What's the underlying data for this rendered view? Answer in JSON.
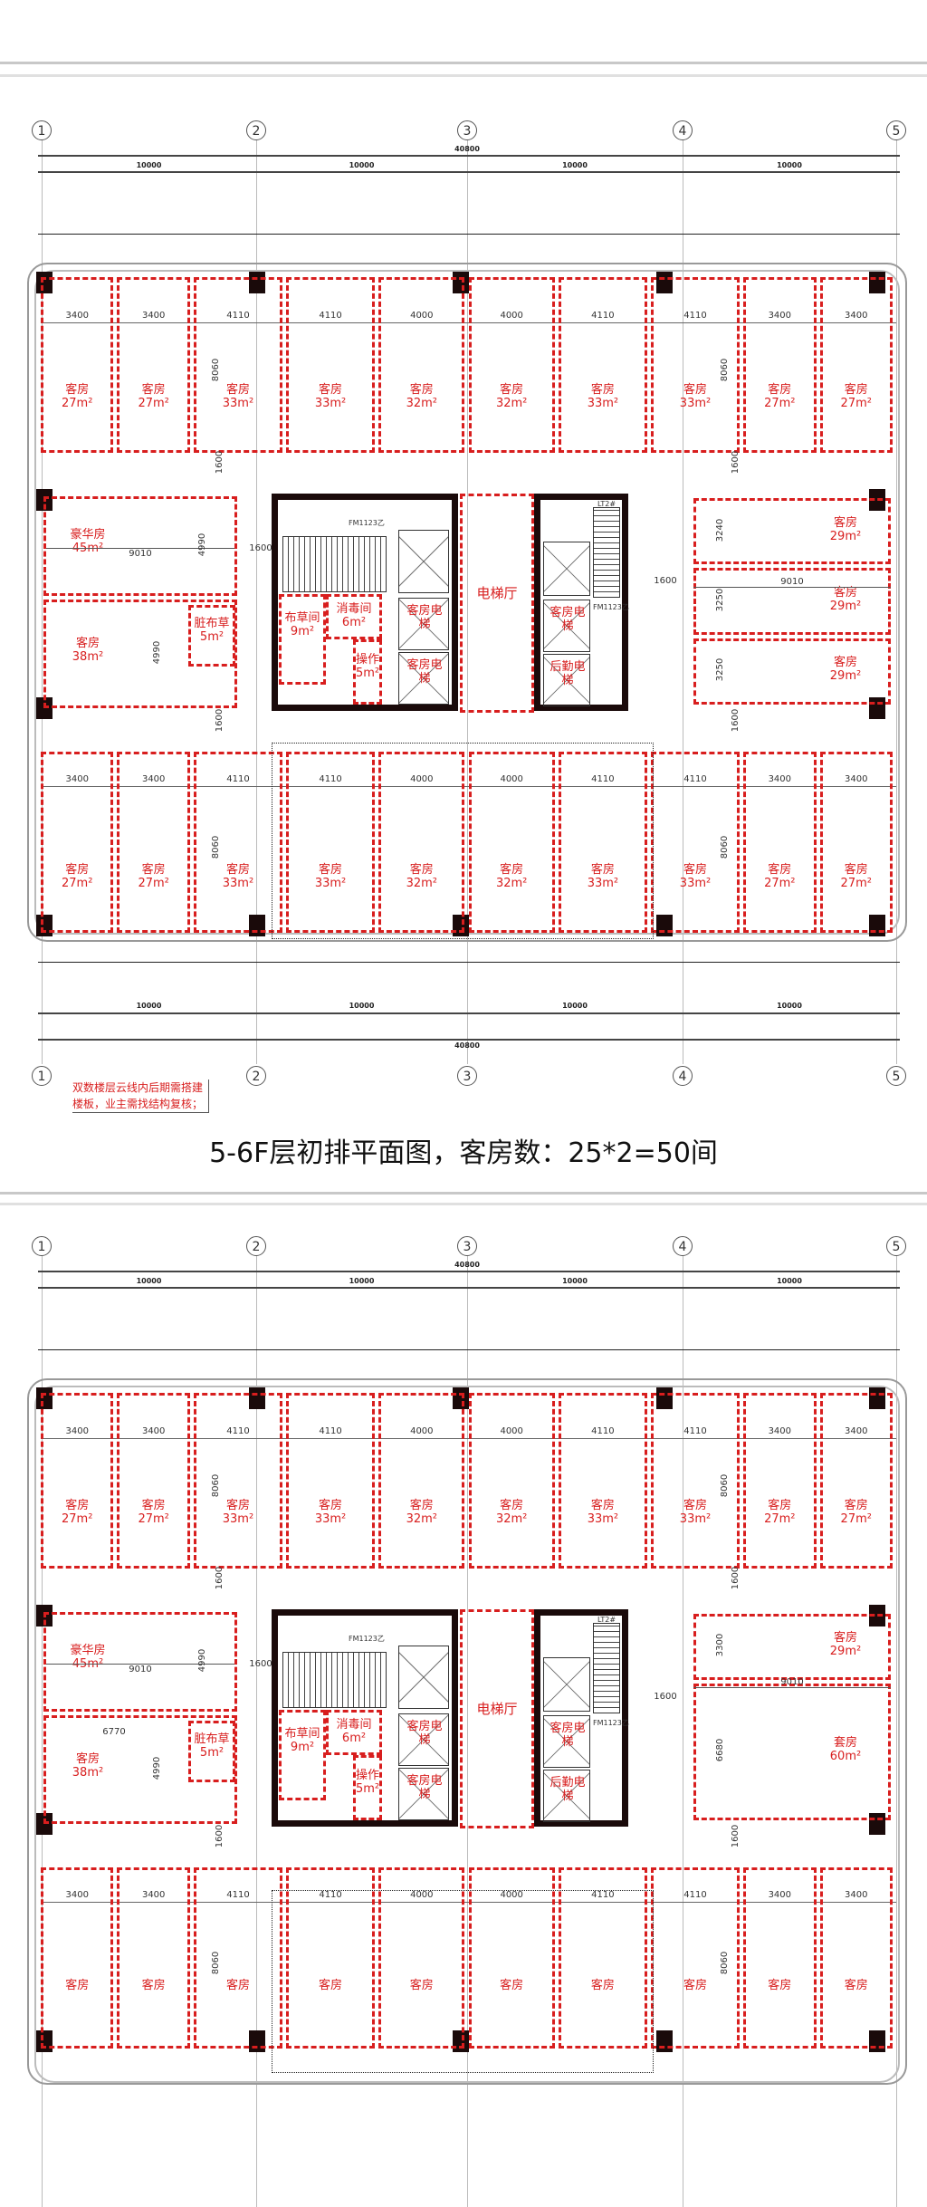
{
  "colors": {
    "room_line": "#d81e1e",
    "wall": "#1a0a0a"
  },
  "plans": [
    {
      "grid_labels": [
        "1",
        "2",
        "3",
        "4",
        "5"
      ],
      "overall_dim": "40800",
      "bay_dims": [
        "10000",
        "10000",
        "10000",
        "10000"
      ],
      "top_rooms": [
        {
          "name": "客房",
          "area": "27m²",
          "width": "3400",
          "mm": 3400
        },
        {
          "name": "客房",
          "area": "27m²",
          "width": "3400",
          "mm": 3400
        },
        {
          "name": "客房",
          "area": "33m²",
          "width": "4110",
          "mm": 4110
        },
        {
          "name": "客房",
          "area": "33m²",
          "width": "4110",
          "mm": 4110
        },
        {
          "name": "客房",
          "area": "32m²",
          "width": "4000",
          "mm": 4000
        },
        {
          "name": "客房",
          "area": "32m²",
          "width": "4000",
          "mm": 4000
        },
        {
          "name": "客房",
          "area": "33m²",
          "width": "4110",
          "mm": 4110
        },
        {
          "name": "客房",
          "area": "33m²",
          "width": "4110",
          "mm": 4110
        },
        {
          "name": "客房",
          "area": "27m²",
          "width": "3400",
          "mm": 3400
        },
        {
          "name": "客房",
          "area": "27m²",
          "width": "3400",
          "mm": 3400
        }
      ],
      "room_depth": "8060",
      "corridor_width": "1600",
      "left_block": {
        "deluxe": {
          "name": "豪华房",
          "area": "45m²"
        },
        "deluxe_width": "9010",
        "deluxe_depth": "4990",
        "guest": {
          "name": "客房",
          "area": "38m²"
        },
        "guest_width": "",
        "guest_depth": "4990",
        "linen_dirty": {
          "name": "脏布草",
          "area": "5m²"
        }
      },
      "core": {
        "linen": {
          "name": "布草间",
          "area": "9m²"
        },
        "disinfect": {
          "name": "消毒间",
          "area": "6m²"
        },
        "operation": {
          "name": "操作",
          "area": "5m²"
        },
        "guest_lift": "客房电梯",
        "lobby": "电梯厅",
        "service_lift": "后勤电梯",
        "door_left": "FM1123乙",
        "door_right": "FM1123乙",
        "stair_right": "LT2#"
      },
      "right_rooms": [
        {
          "name": "客房",
          "area": "29m²",
          "depth": "3240",
          "weight": 3240
        },
        {
          "name": "客房",
          "area": "29m²",
          "depth": "3250",
          "weight": 3250
        },
        {
          "name": "客房",
          "area": "29m²",
          "depth": "3250",
          "weight": 3250
        }
      ],
      "right_width": "9010",
      "bottom_rooms": [
        {
          "name": "客房",
          "area": "27m²",
          "width": "3400",
          "mm": 3400
        },
        {
          "name": "客房",
          "area": "27m²",
          "width": "3400",
          "mm": 3400
        },
        {
          "name": "客房",
          "area": "33m²",
          "width": "4110",
          "mm": 4110
        },
        {
          "name": "客房",
          "area": "33m²",
          "width": "4110",
          "mm": 4110
        },
        {
          "name": "客房",
          "area": "32m²",
          "width": "4000",
          "mm": 4000
        },
        {
          "name": "客房",
          "area": "32m²",
          "width": "4000",
          "mm": 4000
        },
        {
          "name": "客房",
          "area": "33m²",
          "width": "4110",
          "mm": 4110
        },
        {
          "name": "客房",
          "area": "33m²",
          "width": "4110",
          "mm": 4110
        },
        {
          "name": "客房",
          "area": "27m²",
          "width": "3400",
          "mm": 3400
        },
        {
          "name": "客房",
          "area": "27m²",
          "width": "3400",
          "mm": 3400
        }
      ],
      "note": [
        "双数楼层云线内后期需搭建",
        "楼板，业主需找结构复核；"
      ],
      "title": "5-6F层初排平面图，客房数：25*2=50间"
    },
    {
      "grid_labels": [
        "1",
        "2",
        "3",
        "4",
        "5"
      ],
      "overall_dim": "40800",
      "bay_dims": [
        "10000",
        "10000",
        "10000",
        "10000"
      ],
      "top_rooms": [
        {
          "name": "客房",
          "area": "27m²",
          "width": "3400",
          "mm": 3400
        },
        {
          "name": "客房",
          "area": "27m²",
          "width": "3400",
          "mm": 3400
        },
        {
          "name": "客房",
          "area": "33m²",
          "width": "4110",
          "mm": 4110
        },
        {
          "name": "客房",
          "area": "33m²",
          "width": "4110",
          "mm": 4110
        },
        {
          "name": "客房",
          "area": "32m²",
          "width": "4000",
          "mm": 4000
        },
        {
          "name": "客房",
          "area": "32m²",
          "width": "4000",
          "mm": 4000
        },
        {
          "name": "客房",
          "area": "33m²",
          "width": "4110",
          "mm": 4110
        },
        {
          "name": "客房",
          "area": "33m²",
          "width": "4110",
          "mm": 4110
        },
        {
          "name": "客房",
          "area": "27m²",
          "width": "3400",
          "mm": 3400
        },
        {
          "name": "客房",
          "area": "27m²",
          "width": "3400",
          "mm": 3400
        }
      ],
      "room_depth": "8060",
      "corridor_width": "1600",
      "left_block": {
        "deluxe": {
          "name": "豪华房",
          "area": "45m²"
        },
        "deluxe_width": "9010",
        "deluxe_depth": "4990",
        "guest": {
          "name": "客房",
          "area": "38m²"
        },
        "guest_width": "6770",
        "guest_depth": "4990",
        "linen_dirty": {
          "name": "脏布草",
          "area": "5m²"
        }
      },
      "core": {
        "linen": {
          "name": "布草间",
          "area": "9m²"
        },
        "disinfect": {
          "name": "消毒间",
          "area": "6m²"
        },
        "operation": {
          "name": "操作",
          "area": "5m²"
        },
        "guest_lift": "客房电梯",
        "lobby": "电梯厅",
        "service_lift": "后勤电梯",
        "door_left": "FM1123乙",
        "door_right": "FM1123乙",
        "stair_right": "LT2#"
      },
      "right_rooms": [
        {
          "name": "客房",
          "area": "29m²",
          "depth": "3300",
          "weight": 3300
        },
        {
          "name": "套房",
          "area": "60m²",
          "depth": "6680",
          "weight": 6680
        }
      ],
      "right_width": "9010",
      "bottom_rooms": [
        {
          "name": "客房",
          "area": "",
          "width": "3400",
          "mm": 3400
        },
        {
          "name": "客房",
          "area": "",
          "width": "3400",
          "mm": 3400
        },
        {
          "name": "客房",
          "area": "",
          "width": "4110",
          "mm": 4110
        },
        {
          "name": "客房",
          "area": "",
          "width": "4110",
          "mm": 4110
        },
        {
          "name": "客房",
          "area": "",
          "width": "4000",
          "mm": 4000
        },
        {
          "name": "客房",
          "area": "",
          "width": "4000",
          "mm": 4000
        },
        {
          "name": "客房",
          "area": "",
          "width": "4110",
          "mm": 4110
        },
        {
          "name": "客房",
          "area": "",
          "width": "4110",
          "mm": 4110
        },
        {
          "name": "客房",
          "area": "",
          "width": "3400",
          "mm": 3400
        },
        {
          "name": "客房",
          "area": "",
          "width": "3400",
          "mm": 3400
        }
      ],
      "bottom_dims_visible": false
    }
  ]
}
